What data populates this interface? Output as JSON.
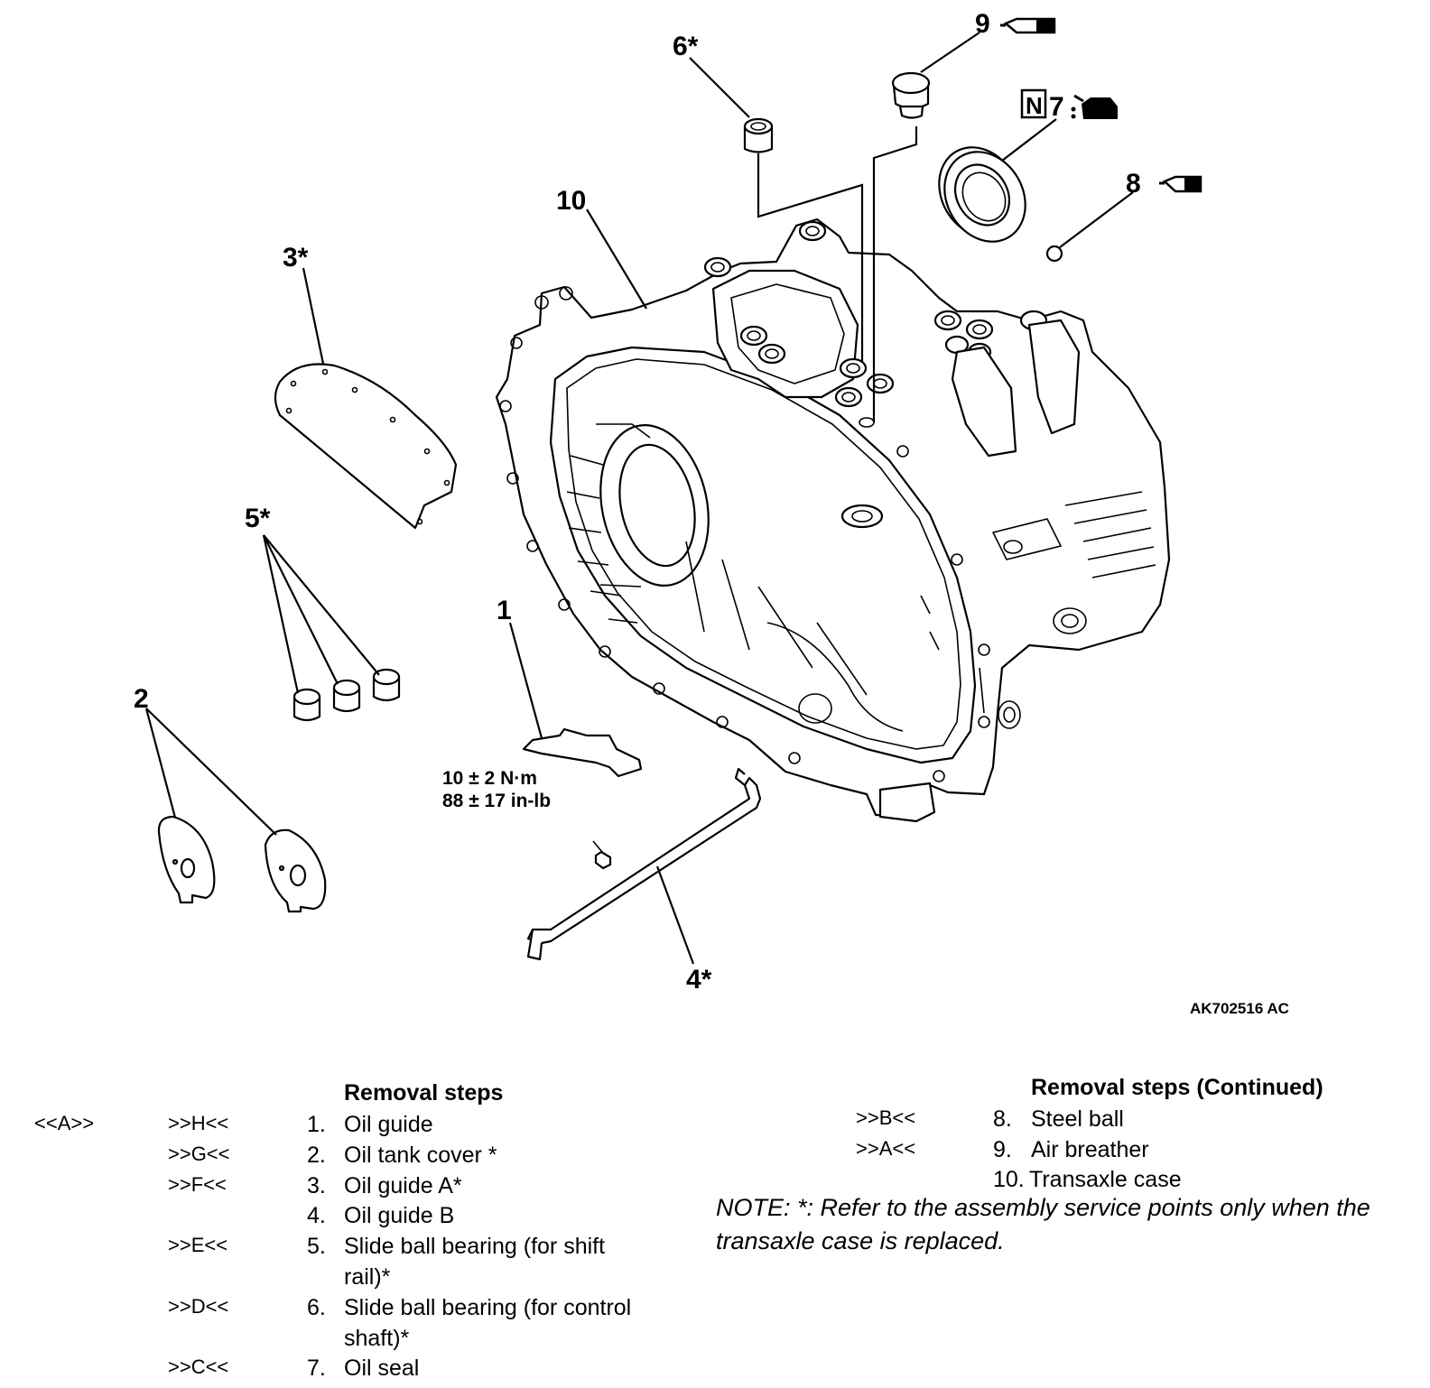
{
  "callouts": {
    "c1": "1",
    "c2": "2",
    "c3": "3*",
    "c4": "4*",
    "c5": "5*",
    "c6": "6*",
    "c7": "7",
    "c8": "8",
    "c9": "9",
    "c10": "10",
    "n_badge": "N"
  },
  "torque": {
    "line1": "10 ± 2 N·m",
    "line2": "88 ± 17 in-lb"
  },
  "figure_id": "AK702516 AC",
  "removal_left": {
    "header": "Removal steps",
    "rows": [
      {
        "code_a": "<<A>>",
        "code_b": ">>H<<",
        "num": "1.",
        "label": "Oil guide"
      },
      {
        "code_a": "",
        "code_b": ">>G<<",
        "num": "2.",
        "label": "Oil tank cover *"
      },
      {
        "code_a": "",
        "code_b": ">>F<<",
        "num": "3.",
        "label": "Oil guide A*"
      },
      {
        "code_a": "",
        "code_b": "",
        "num": "4.",
        "label": "Oil guide B"
      },
      {
        "code_a": "",
        "code_b": ">>E<<",
        "num": "5.",
        "label": "Slide ball bearing (for shift"
      },
      {
        "code_a": "",
        "code_b": "",
        "num": "",
        "label": "rail)*"
      },
      {
        "code_a": "",
        "code_b": ">>D<<",
        "num": "6.",
        "label": "Slide ball bearing (for control"
      },
      {
        "code_a": "",
        "code_b": "",
        "num": "",
        "label": "shaft)*"
      },
      {
        "code_a": "",
        "code_b": ">>C<<",
        "num": "7.",
        "label": "Oil seal"
      }
    ]
  },
  "removal_right": {
    "header": "Removal steps (Continued)",
    "rows": [
      {
        "code": ">>B<<",
        "num": "8.",
        "label": "Steel ball"
      },
      {
        "code": ">>A<<",
        "num": "9.",
        "label": "Air breather"
      },
      {
        "code": "",
        "num": "10.",
        "label": "Transaxle case"
      }
    ]
  },
  "note": "NOTE: *: Refer to the assembly service points only when the transaxle case is replaced."
}
